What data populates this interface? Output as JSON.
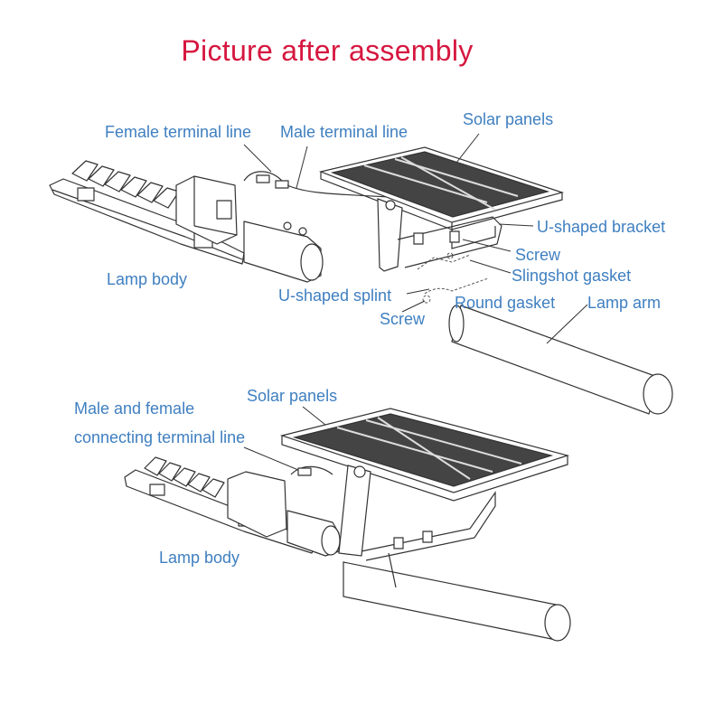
{
  "title": "Picture after assembly",
  "colors": {
    "title": "#d6173f",
    "label": "#3f7fc0",
    "line": "#333333"
  },
  "top_diagram": {
    "labels": {
      "female_terminal_line": "Female terminal line",
      "male_terminal_line": "Male terminal line",
      "solar_panels": "Solar panels",
      "u_shaped_bracket": "U-shaped bracket",
      "screw_right": "Screw",
      "slingshot_gasket": "Slingshot gasket",
      "lamp_body": "Lamp body",
      "u_shaped_splint": "U-shaped splint",
      "round_gasket": "Round gasket",
      "lamp_arm": "Lamp arm",
      "screw_left": "Screw"
    }
  },
  "bottom_diagram": {
    "labels": {
      "connecting_line_1": "Male and female",
      "connecting_line_2": "connecting terminal line",
      "solar_panels": "Solar panels",
      "lamp_body": "Lamp body"
    }
  }
}
